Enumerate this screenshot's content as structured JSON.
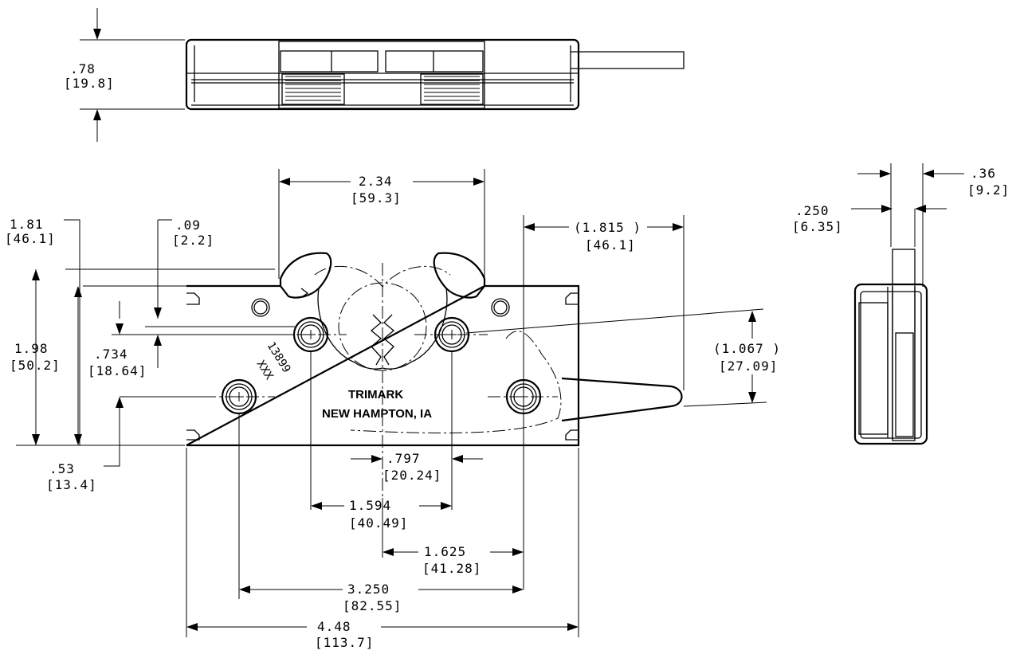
{
  "dimensions": {
    "height_top_view": {
      "in": ".78",
      "mm": "[19.8]"
    },
    "jaw_span": {
      "in": "2.34",
      "mm": "[59.3]"
    },
    "overall_height": {
      "in": "1.81",
      "mm": "[46.1]"
    },
    "jaw_offset": {
      "in": ".09",
      "mm": "[2.2]"
    },
    "body_height": {
      "in": "1.98",
      "mm": "[50.2]"
    },
    "hole_offset": {
      "in": ".734",
      "mm": "[18.64]"
    },
    "bottom_hole_height": {
      "in": ".53",
      "mm": "[13.4]"
    },
    "lever_offset": {
      "in": "(1.815 )",
      "mm": "[46.1]"
    },
    "lever_height": {
      "in": "(1.067 )",
      "mm": "[27.09]"
    },
    "center_half": {
      "in": ".797",
      "mm": "[20.24]"
    },
    "hole_span_upper": {
      "in": "1.594",
      "mm": "[40.49]"
    },
    "hole_span_right": {
      "in": "1.625",
      "mm": "[41.28]"
    },
    "hole_span_lower": {
      "in": "3.250",
      "mm": "[82.55]"
    },
    "overall_width": {
      "in": "4.48",
      "mm": "[113.7]"
    },
    "side_thickness": {
      "in": ".36",
      "mm": "[9.2]"
    },
    "plate_thickness": {
      "in": ".250",
      "mm": "[6.35]"
    }
  },
  "markings": {
    "brand": "TRIMARK",
    "location": "NEW HAMPTON, IA",
    "part_number": "13899",
    "code": "XXX"
  }
}
